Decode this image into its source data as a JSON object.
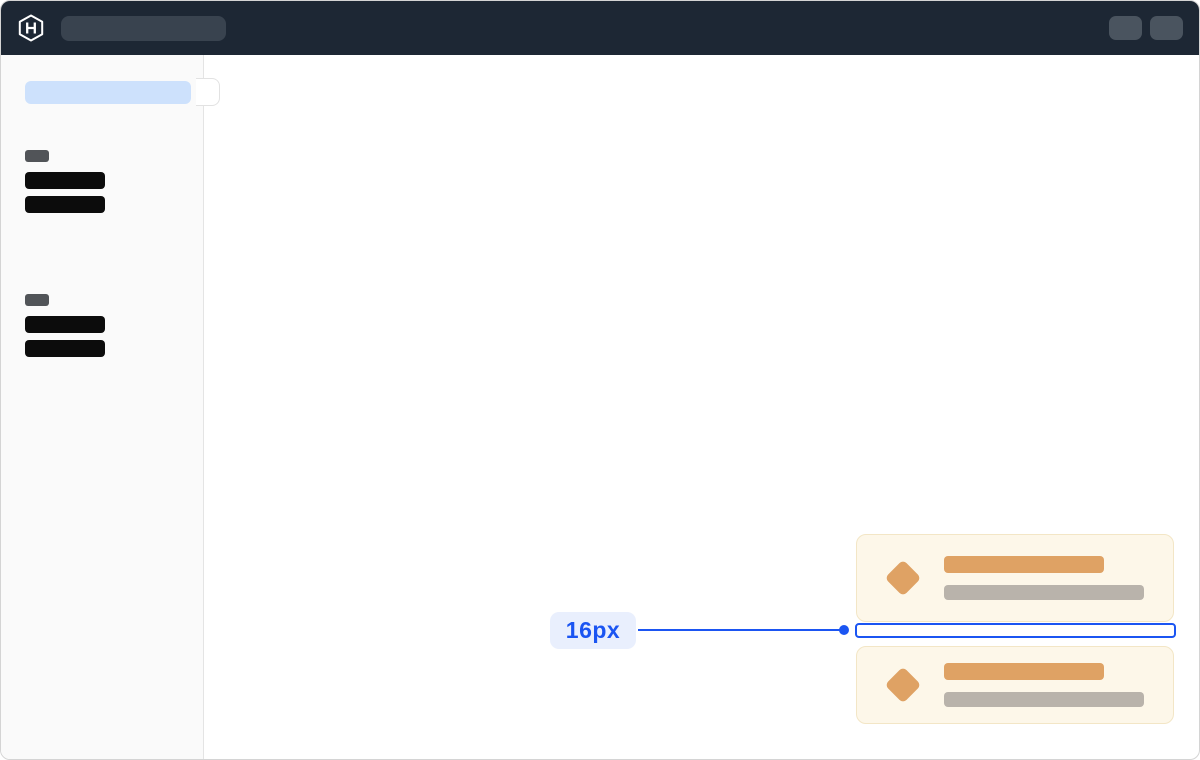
{
  "header": {
    "logo_icon": "hashicorp-logo-icon",
    "search_skeleton": "skeleton-search-placeholder",
    "action_buttons": [
      {
        "icon": "skeleton-action-button"
      },
      {
        "icon": "skeleton-action-button"
      }
    ],
    "background_color": "#1d2734"
  },
  "sidebar": {
    "selected_item_skeleton": "skeleton-selected-nav",
    "collapse_toggle": "sidebar-collapse-tab",
    "groups": [
      {
        "label_skeleton": true,
        "item_count": 2
      },
      {
        "label_skeleton": true,
        "item_count": 2
      }
    ],
    "background_color": "#fafafa",
    "selected_color": "#cde1fc"
  },
  "cards": {
    "count": 2,
    "icon": "diamond-icon",
    "background_color": "#fdf7e9",
    "accent_color": "#dfa264",
    "subtitle_color": "#b9b3ab"
  },
  "spacing_annotation": {
    "label": "16px",
    "accent_color": "#1b55f2",
    "badge_background": "#e9effd"
  }
}
